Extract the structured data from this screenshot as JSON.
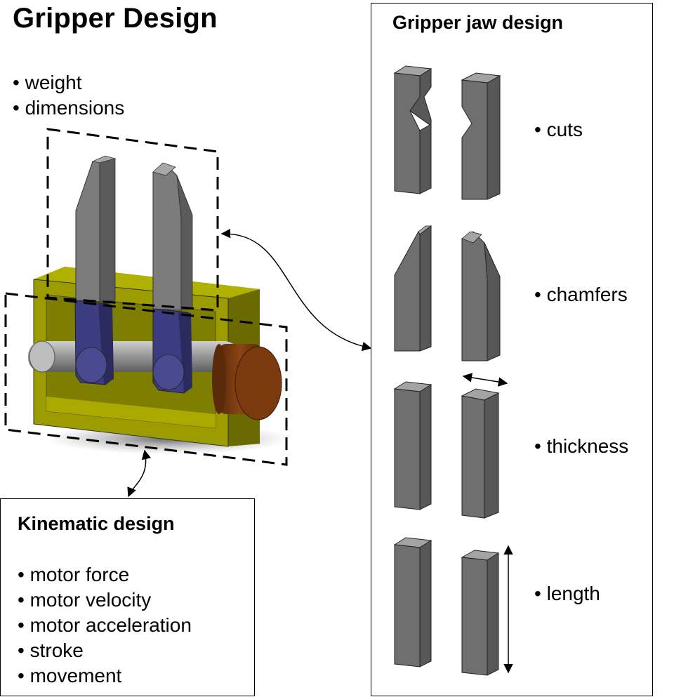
{
  "title": "Gripper Design",
  "general_bullets": [
    "weight",
    "dimensions"
  ],
  "kinematic": {
    "title": "Kinematic design",
    "bullets": [
      "motor force",
      "motor velocity",
      "motor acceleration",
      "stroke",
      "movement"
    ]
  },
  "jaw": {
    "title": "Gripper jaw design",
    "bullets": [
      "cuts",
      "chamfers",
      "thickness",
      "length"
    ]
  },
  "colors": {
    "housing": "#8c8c00",
    "housing_light": "#a8a800",
    "jaw_gray": "#777777",
    "carriage_blue": "#3a3a7a",
    "shaft_gray": "#9a9a9a",
    "motor_brown": "#7a3a0e"
  }
}
